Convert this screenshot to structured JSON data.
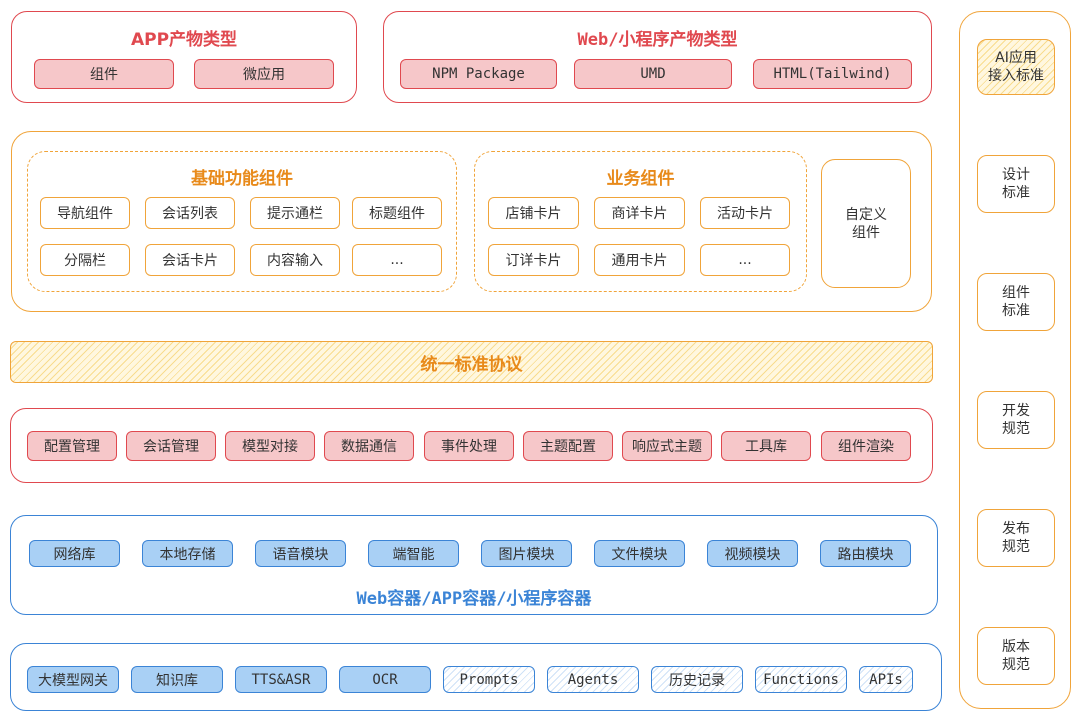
{
  "app_types": {
    "title": "APP产物类型",
    "items": [
      "组件",
      "微应用"
    ]
  },
  "web_types": {
    "title": "Web/小程序产物类型",
    "items": [
      "NPM Package",
      "UMD",
      "HTML(Tailwind)"
    ]
  },
  "basic_components": {
    "title": "基础功能组件",
    "items": [
      "导航组件",
      "会话列表",
      "提示通栏",
      "标题组件",
      "分隔栏",
      "会话卡片",
      "内容输入",
      "..."
    ]
  },
  "business_components": {
    "title": "业务组件",
    "items": [
      "店铺卡片",
      "商详卡片",
      "活动卡片",
      "订详卡片",
      "通用卡片",
      "..."
    ]
  },
  "custom_component": {
    "line1": "自定义",
    "line2": "组件"
  },
  "protocol": {
    "label": "统一标准协议"
  },
  "features": {
    "items": [
      "配置管理",
      "会话管理",
      "模型对接",
      "数据通信",
      "事件处理",
      "主题配置",
      "响应式主题",
      "工具库",
      "组件渲染"
    ]
  },
  "containers": {
    "title": "Web容器/APP容器/小程序容器",
    "items": [
      "网络库",
      "本地存储",
      "语音模块",
      "端智能",
      "图片模块",
      "文件模块",
      "视频模块",
      "路由模块"
    ]
  },
  "services": {
    "solid": [
      "大模型网关",
      "知识库",
      "TTS&ASR",
      "OCR"
    ],
    "hatched": [
      "Prompts",
      "Agents",
      "历史记录",
      "Functions",
      "APIs"
    ]
  },
  "standards": [
    {
      "line1": "AI应用",
      "line2": "接入标准"
    },
    {
      "line1": "设计",
      "line2": "标准"
    },
    {
      "line1": "组件",
      "line2": "标准"
    },
    {
      "line1": "开发",
      "line2": "规范"
    },
    {
      "line1": "发布",
      "line2": "规范"
    },
    {
      "line1": "版本",
      "line2": "规范"
    }
  ],
  "colors": {
    "red": "#e0494f",
    "orange": "#f0a43a",
    "blue": "#3b84d6"
  }
}
